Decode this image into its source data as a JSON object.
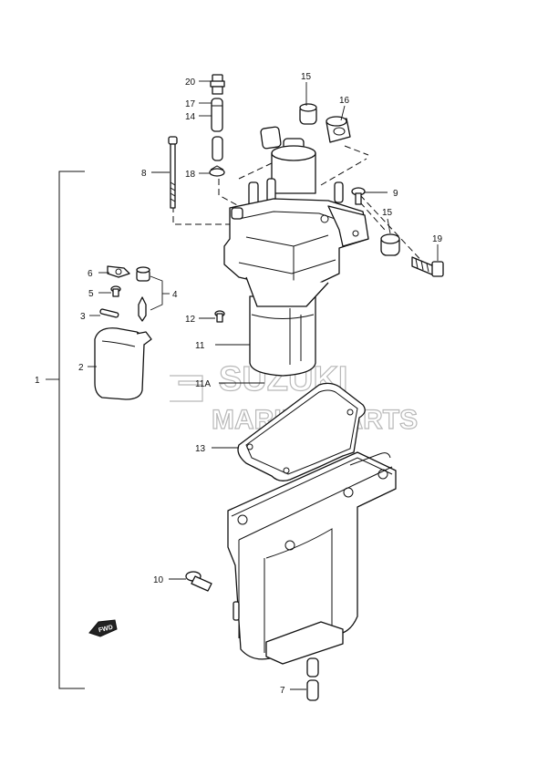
{
  "watermark": {
    "line1": "SUZUKI",
    "line2": "MARINE PARTS"
  },
  "fwd_label": "FWD",
  "callouts": {
    "c1": "1",
    "c2": "2",
    "c3": "3",
    "c4": "4",
    "c5": "5",
    "c6": "6",
    "c7": "7",
    "c8": "8",
    "c9": "9",
    "c10": "10",
    "c11": "11",
    "c11a": "11A",
    "c12": "12",
    "c13": "13",
    "c14": "14",
    "c15a": "15",
    "c15b": "15",
    "c16": "16",
    "c17": "17",
    "c18": "18",
    "c19": "19",
    "c20": "20"
  }
}
